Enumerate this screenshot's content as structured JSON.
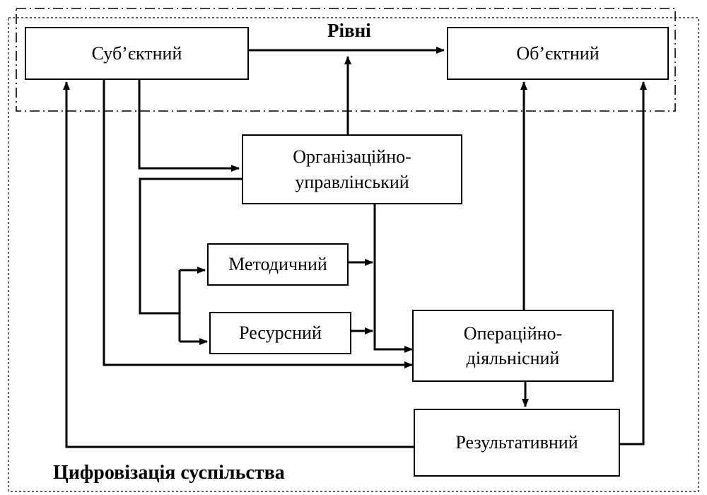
{
  "diagram": {
    "levels_title": "Рівні",
    "footer_label": "Цифровізація суспільства",
    "nodes": {
      "subjective": "Суб’єктний",
      "objective": "Об’єктний",
      "org_management_line1": "Організаційно-",
      "org_management_line2": "управлінський",
      "methodical": "Методичний",
      "resource": "Ресурсний",
      "operational_line1": "Операційно-",
      "operational_line2": "діяльнісний",
      "resultative": "Результативний"
    }
  }
}
